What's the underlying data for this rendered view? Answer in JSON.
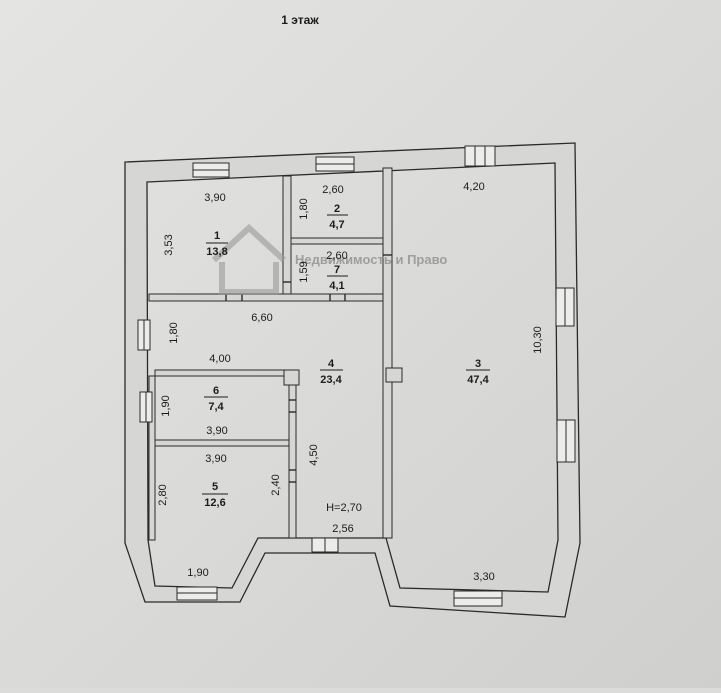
{
  "title": "1 этаж",
  "watermark": "Недвижимость и Право",
  "ceiling_height": "H=2,70",
  "rooms": [
    {
      "number": "1",
      "area": "13,8"
    },
    {
      "number": "2",
      "area": "4,7"
    },
    {
      "number": "3",
      "area": "47,4"
    },
    {
      "number": "4",
      "area": "23,4"
    },
    {
      "number": "5",
      "area": "12,6"
    },
    {
      "number": "6",
      "area": "7,4"
    },
    {
      "number": "7",
      "area": "4,1"
    }
  ],
  "dimensions": {
    "r1_width": "3,90",
    "r1_height": "3,53",
    "r2_width": "2,60",
    "r2_height": "1,80",
    "r7_width": "2,60",
    "r7_height": "1,59",
    "r3_top": "4,20",
    "r3_height": "10,30",
    "r3_bottom": "3,30",
    "r4_width": "6,60",
    "r4_height": "1,80",
    "r4_hall_width": "4,00",
    "r4_corridor": "4,50",
    "r4_bottom": "2,56",
    "r6_height": "1,90",
    "r6_width": "3,90",
    "r5_width": "3,90",
    "r5_height": "2,80",
    "r5_right": "2,40",
    "r5_bottom": "1,90"
  }
}
